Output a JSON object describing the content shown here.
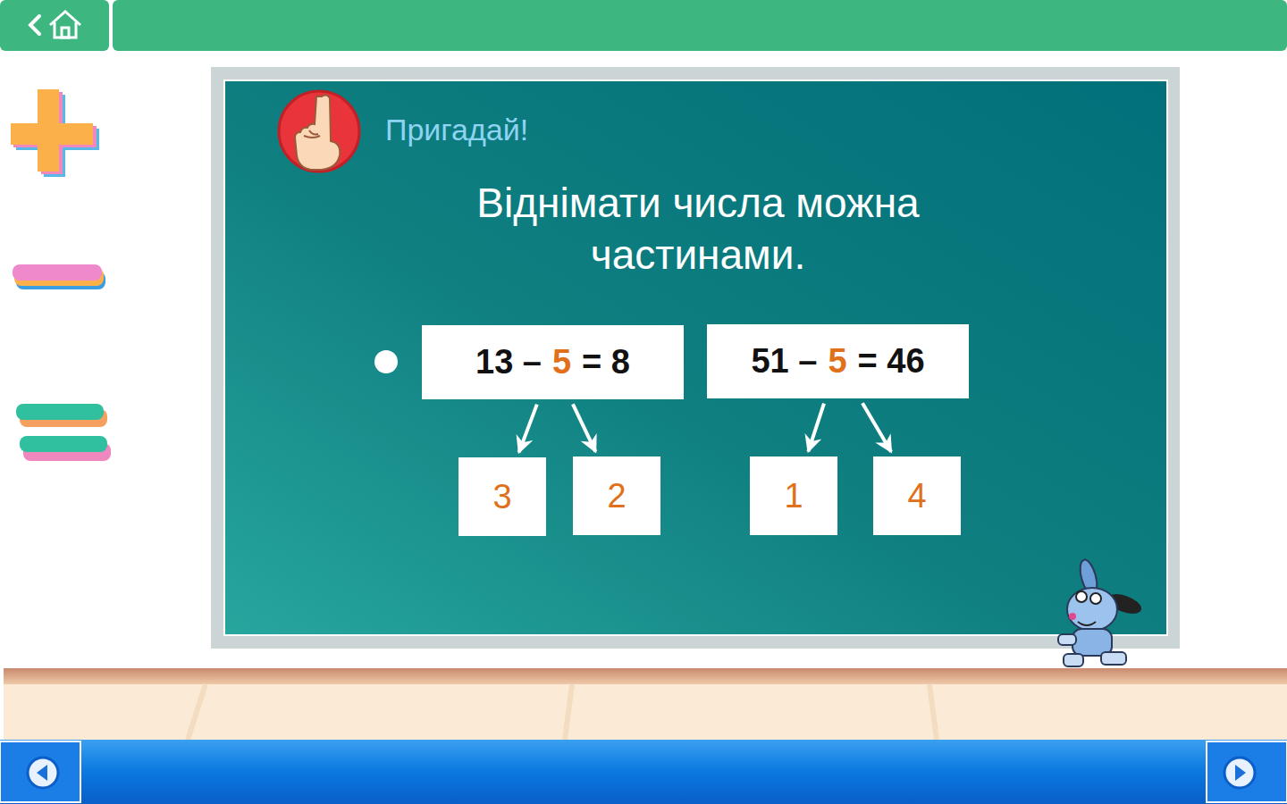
{
  "diagram": {
    "title": "Пригадай!",
    "nodes": [
      {
        "text": [
          "13 –",
          "5",
          "= 8"
        ]
      },
      {
        "text": [
          "3"
        ]
      },
      {
        "text": [
          "2"
        ]
      },
      {
        "text": [
          "51 –",
          "5",
          "= 46"
        ]
      },
      {
        "text": [
          "1"
        ]
      },
      {
        "text": [
          "4"
        ]
      }
    ],
    "edges": [
      {
        "from": 0,
        "to": 1,
        "arrow": "to"
      },
      {
        "from": 0,
        "to": 2,
        "arrow": "to"
      },
      {
        "from": 3,
        "to": 4,
        "arrow": "to"
      },
      {
        "from": 3,
        "to": 5,
        "arrow": "to"
      }
    ],
    "labels": [
      "Віднімати числа можна частинами."
    ]
  }
}
